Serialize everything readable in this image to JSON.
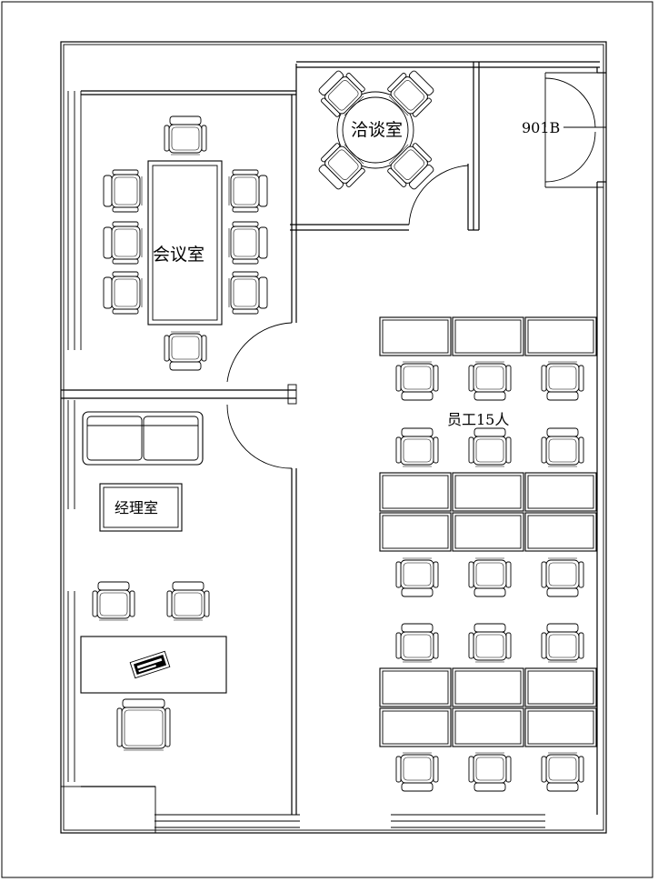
{
  "rooms": {
    "meeting": "会议室",
    "negotiation": "洽谈室",
    "manager": "经理室",
    "staff": "员工15人",
    "unit": "901B"
  }
}
